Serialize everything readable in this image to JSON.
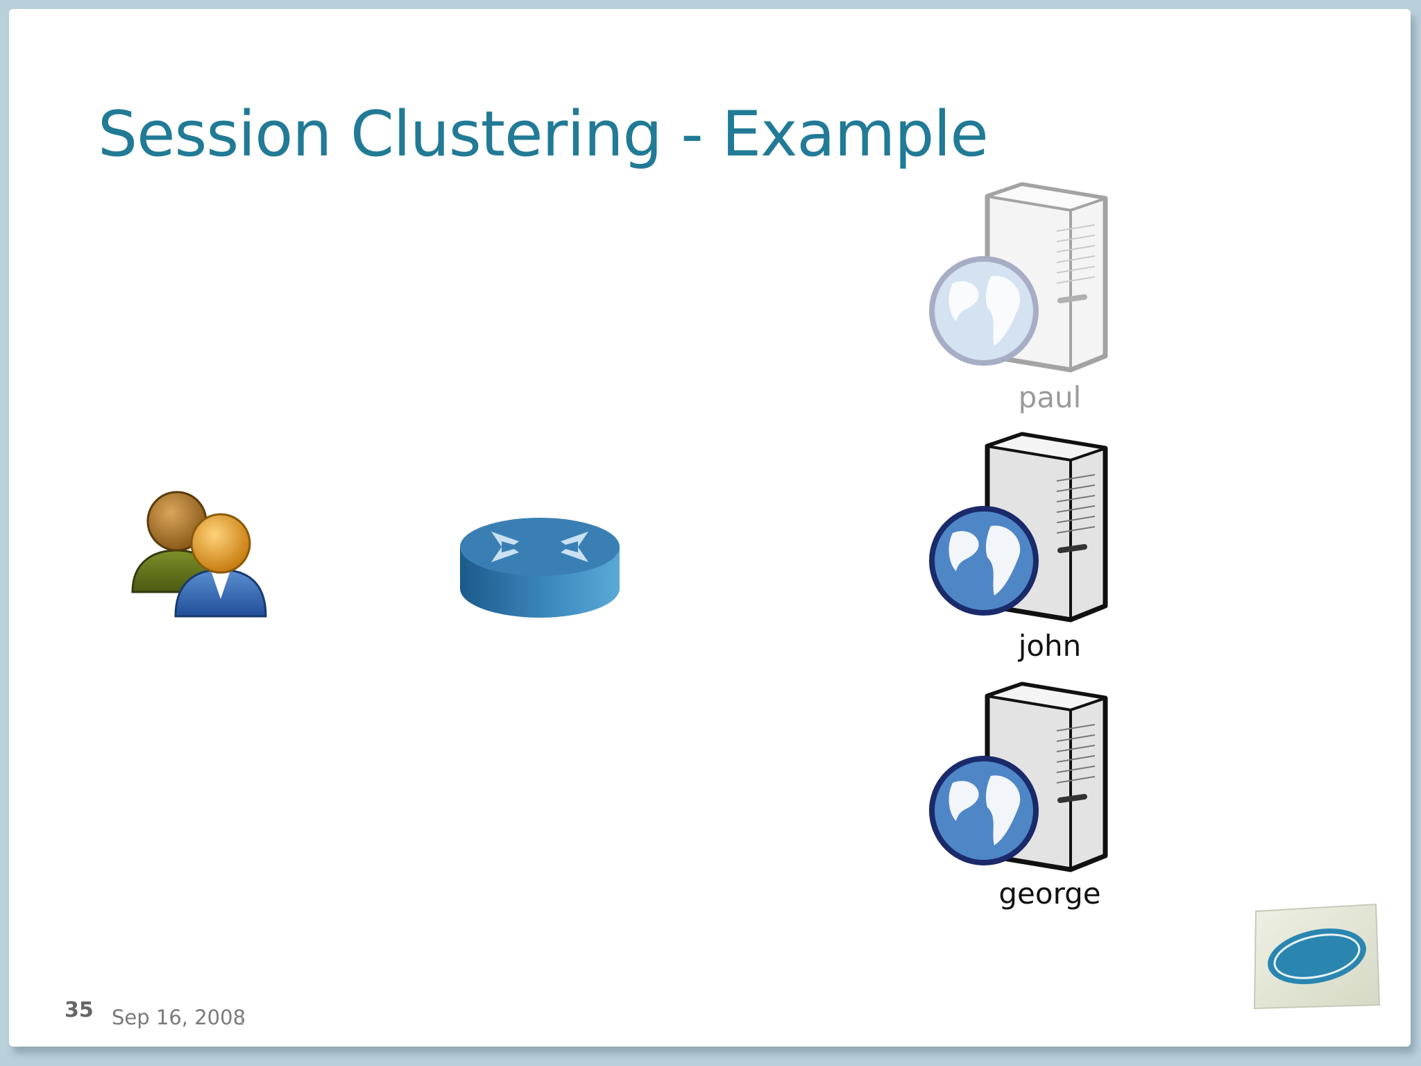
{
  "slide": {
    "title": "Session Clustering - Example",
    "page_number": "35",
    "date": "Sep 16, 2008"
  },
  "diagram": {
    "servers": [
      {
        "label": "paul",
        "state": "faded"
      },
      {
        "label": "john",
        "state": "active"
      },
      {
        "label": "george",
        "state": "active"
      }
    ]
  },
  "icons": [
    "users-icon",
    "router-icon",
    "server-globe-icon",
    "php-logo-icon"
  ],
  "colors": {
    "title": "#217a96",
    "background": "#b9cfd9",
    "router": "#2f79a8"
  }
}
